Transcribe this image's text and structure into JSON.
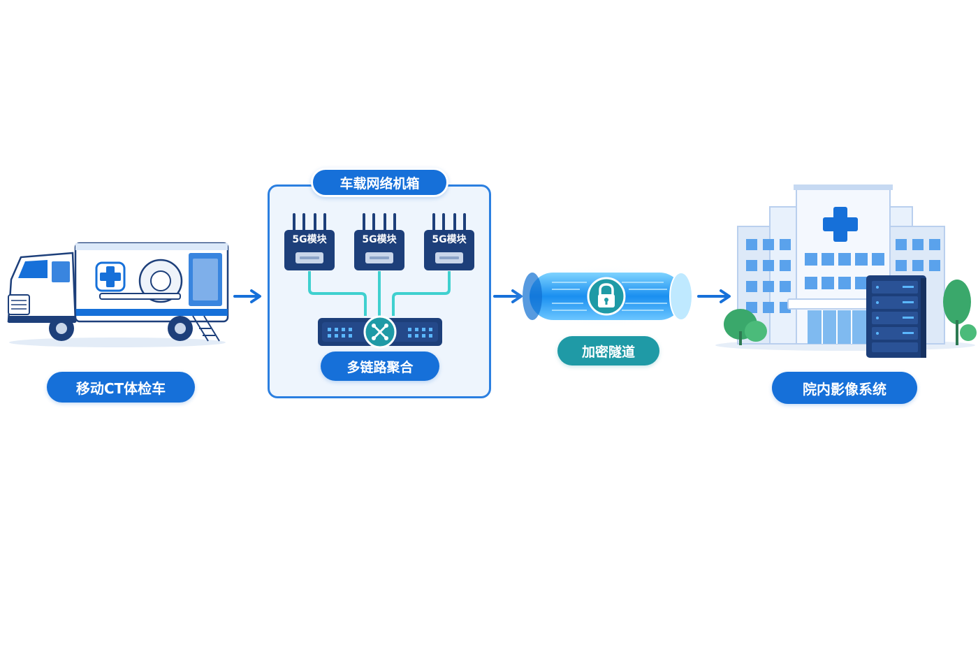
{
  "nodes": {
    "truck": {
      "label": "移动CT体检车"
    },
    "network_box": {
      "title": "车载网络机箱",
      "modules": [
        {
          "label": "5G模块"
        },
        {
          "label": "5G模块"
        },
        {
          "label": "5G模块"
        }
      ],
      "aggregator_label": "多链路聚合"
    },
    "tunnel": {
      "label": "加密隧道"
    },
    "hospital": {
      "label": "院内影像系统"
    }
  },
  "colors": {
    "primary_blue": "#1670d9",
    "dark_navy": "#1d3f7a",
    "teal": "#1f9aa6",
    "cyan_link": "#3fd0cf",
    "light_panel": "#eef5fd"
  },
  "icons": [
    "medical-cross-icon",
    "lock-icon",
    "network-switch-icon",
    "server-rack-icon",
    "arrow-right-icon"
  ]
}
